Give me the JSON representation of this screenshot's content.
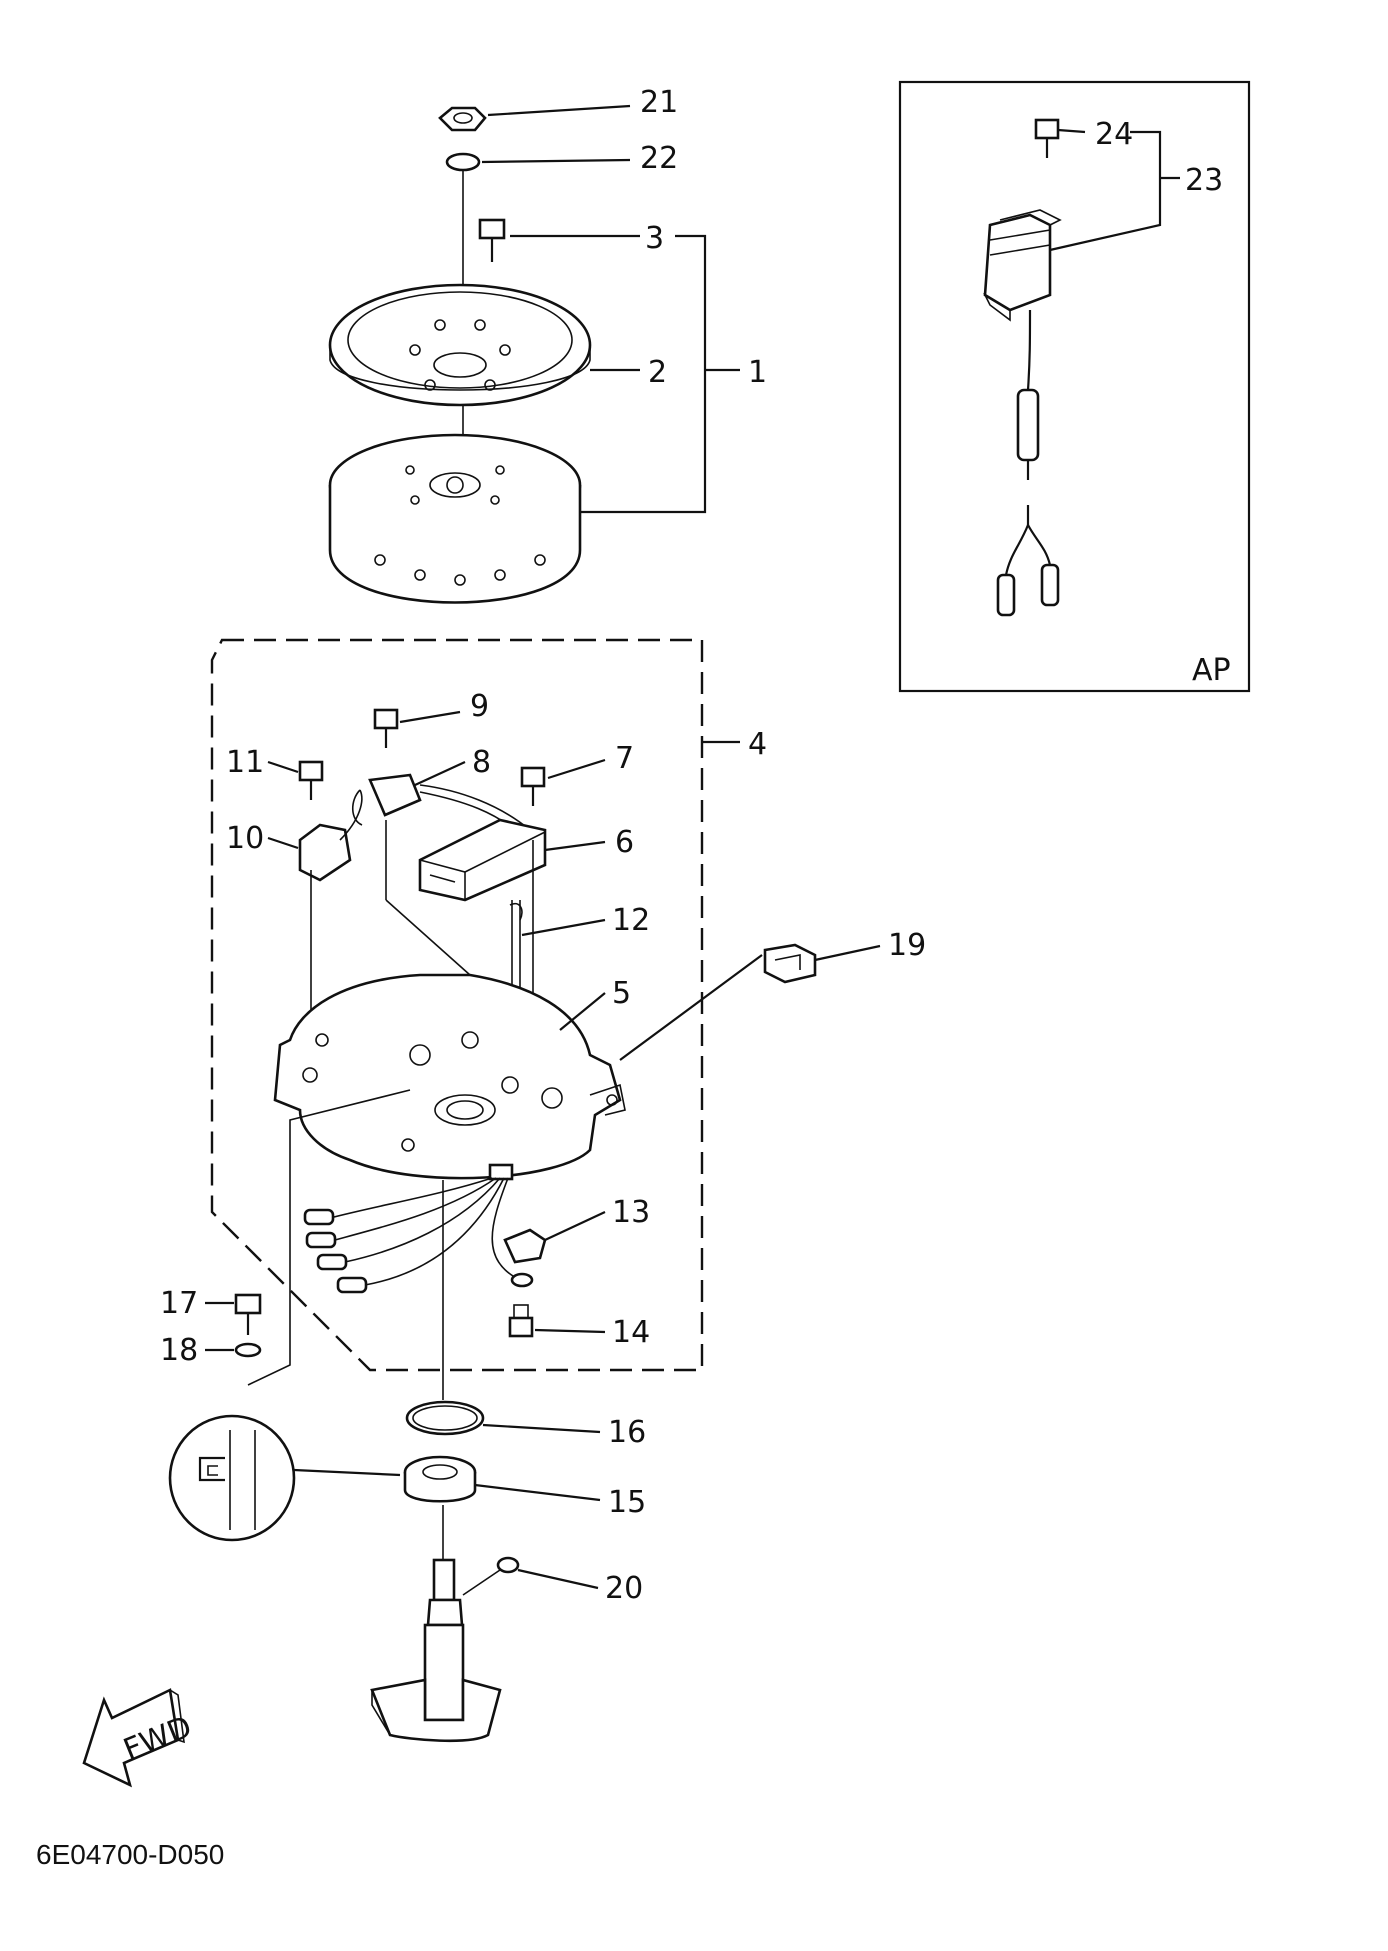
{
  "callouts": [
    {
      "id": "1",
      "text": "1"
    },
    {
      "id": "2",
      "text": "2"
    },
    {
      "id": "3",
      "text": "3"
    },
    {
      "id": "4",
      "text": "4"
    },
    {
      "id": "5",
      "text": "5"
    },
    {
      "id": "6",
      "text": "6"
    },
    {
      "id": "7",
      "text": "7"
    },
    {
      "id": "8",
      "text": "8"
    },
    {
      "id": "9",
      "text": "9"
    },
    {
      "id": "10",
      "text": "10"
    },
    {
      "id": "11",
      "text": "11"
    },
    {
      "id": "12",
      "text": "12"
    },
    {
      "id": "13",
      "text": "13"
    },
    {
      "id": "14",
      "text": "14"
    },
    {
      "id": "15",
      "text": "15"
    },
    {
      "id": "16",
      "text": "16"
    },
    {
      "id": "17",
      "text": "17"
    },
    {
      "id": "18",
      "text": "18"
    },
    {
      "id": "19",
      "text": "19"
    },
    {
      "id": "20",
      "text": "20"
    },
    {
      "id": "21",
      "text": "21"
    },
    {
      "id": "22",
      "text": "22"
    },
    {
      "id": "23",
      "text": "23"
    },
    {
      "id": "24",
      "text": "24"
    }
  ],
  "inset_label": "AP",
  "direction_label": "FWD",
  "diagram_code": "6E04700-D050"
}
